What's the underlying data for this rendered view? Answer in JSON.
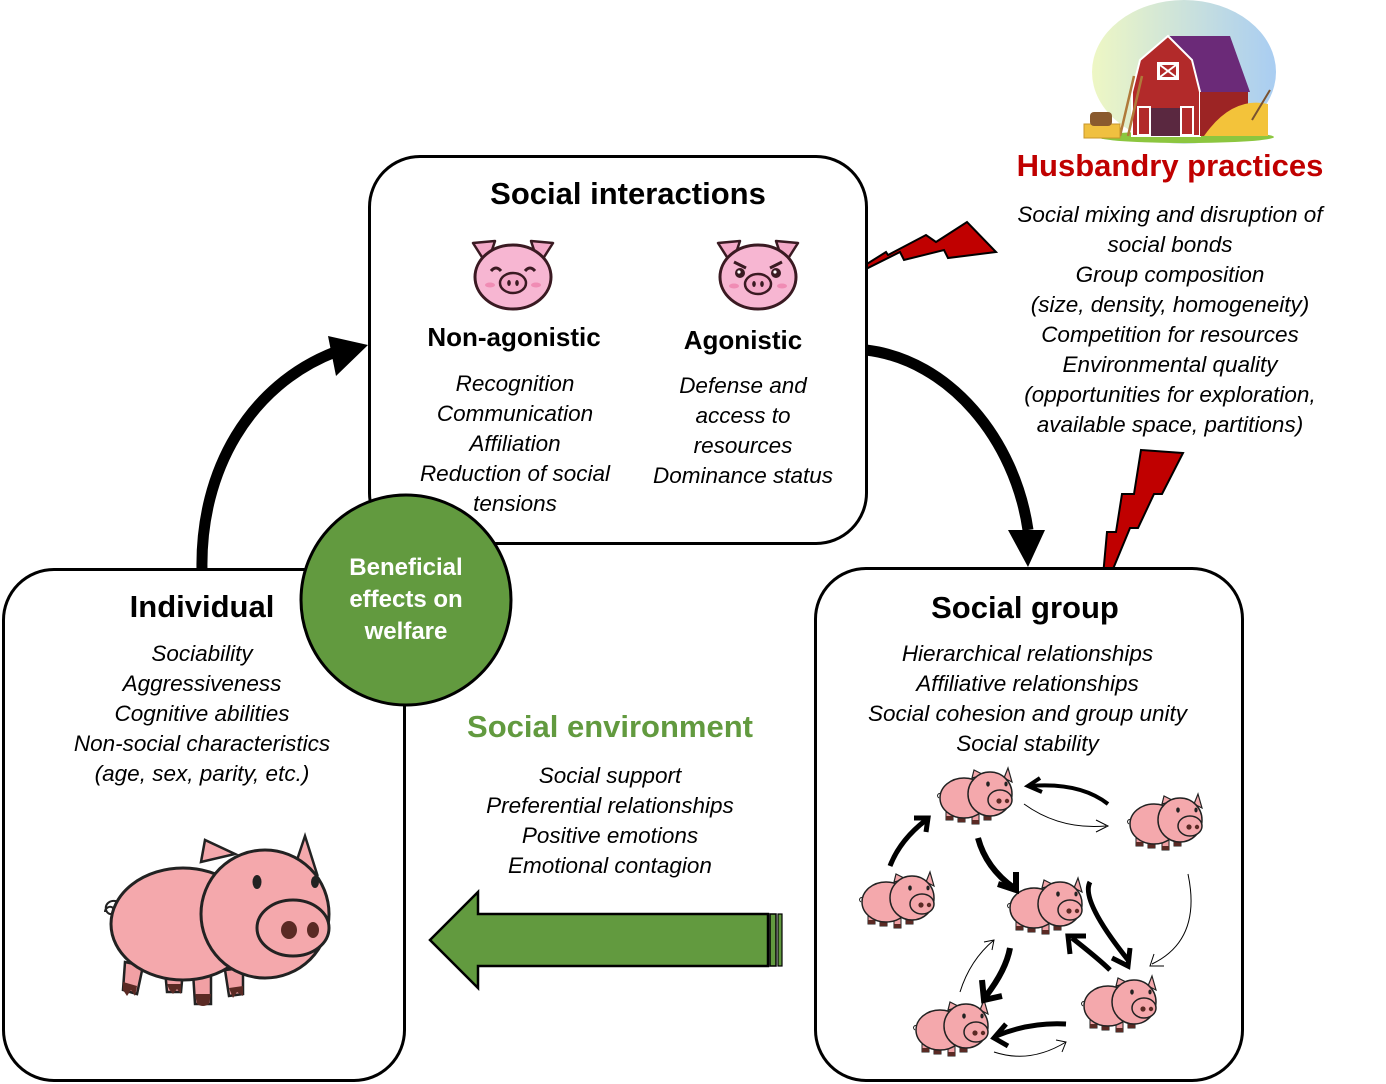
{
  "social_interactions": {
    "title": "Social interactions",
    "non_agonistic": {
      "icon": "happy-pig-face-icon",
      "heading": "Non-agonistic",
      "items": [
        "Recognition",
        "Communication",
        "Affiliation",
        "Reduction of social",
        "tensions"
      ]
    },
    "agonistic": {
      "icon": "angry-pig-face-icon",
      "heading": "Agonistic",
      "items": [
        "Defense and",
        "access to",
        "resources",
        "Dominance status"
      ]
    }
  },
  "husbandry": {
    "icon": "barn-icon",
    "title": "Husbandry practices",
    "items": [
      "Social mixing and disruption of",
      "social bonds",
      "Group composition",
      "(size, density, homogeneity)",
      "Competition for resources",
      "Environmental quality",
      "(opportunities for exploration,",
      "available space, partitions)"
    ],
    "color": "#c00000"
  },
  "individual": {
    "title": "Individual",
    "items": [
      "Sociability",
      "Aggressiveness",
      "Cognitive abilities",
      "Non-social characteristics",
      "(age, sex, parity, etc.)"
    ],
    "icon": "pig-icon"
  },
  "welfare_badge": {
    "lines": [
      "Beneficial",
      "effects on",
      "welfare"
    ],
    "color": "#629a3f"
  },
  "social_environment": {
    "title": "Social environment",
    "items": [
      "Social support",
      "Preferential relationships",
      "Positive emotions",
      "Emotional contagion"
    ],
    "color": "#629a3f"
  },
  "social_group": {
    "title": "Social group",
    "items": [
      "Hierarchical relationships",
      "Affiliative relationships",
      "Social cohesion and group unity",
      "Social stability"
    ],
    "icon": "pig-network-icon"
  }
}
